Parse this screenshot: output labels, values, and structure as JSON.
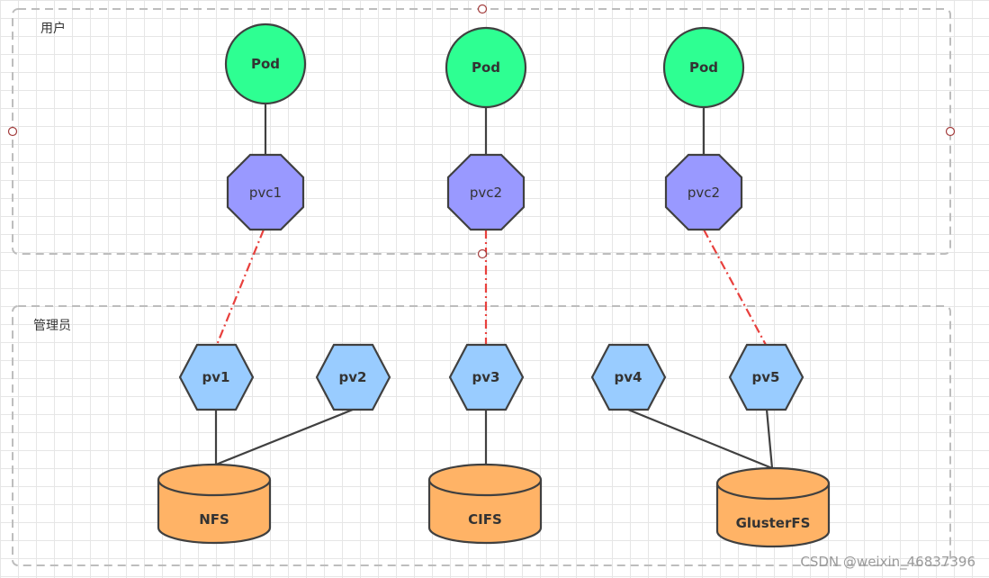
{
  "groups": {
    "user": "用户",
    "admin": "管理员"
  },
  "pods": [
    "Pod",
    "Pod",
    "Pod"
  ],
  "pvcs": [
    "pvc1",
    "pvc2",
    "pvc2"
  ],
  "pvs": [
    "pv1",
    "pv2",
    "pv3",
    "pv4",
    "pv5"
  ],
  "storage": [
    "NFS",
    "CIFS",
    "GlusterFS"
  ],
  "watermark": "CSDN @weixin_46837396",
  "colors": {
    "pod": "#2eff92",
    "pvc": "#9999ff",
    "pv": "#99ccff",
    "storage": "#ffb366",
    "binding_line": "#e8403d",
    "outline": "#404040",
    "group_border": "#bdbdbd"
  }
}
